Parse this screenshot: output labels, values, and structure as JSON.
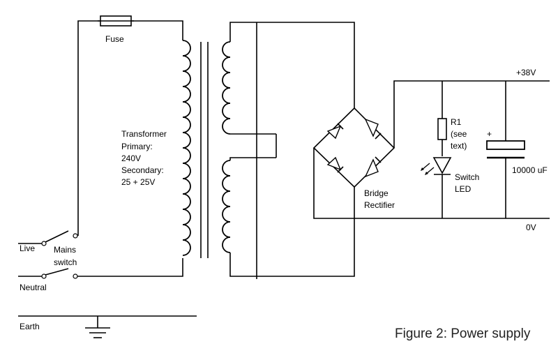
{
  "labels": {
    "fuse": "Fuse",
    "transformer": [
      "Transformer",
      "Primary:",
      "240V",
      "Secondary:",
      "25 + 25V"
    ],
    "live": "Live",
    "mains_switch": [
      "Mains",
      "switch"
    ],
    "neutral": "Neutral",
    "earth": "Earth",
    "bridge_rectifier": [
      "Bridge",
      "Rectifier"
    ],
    "plus38": "+38V",
    "zerov": "0V",
    "r1": [
      "R1",
      "(see",
      "text)"
    ],
    "switch_led": [
      "Switch",
      "LED"
    ],
    "capacitor_value": "10000 uF",
    "capacitor_polarity": "+"
  },
  "caption": "Figure 2: Power supply"
}
